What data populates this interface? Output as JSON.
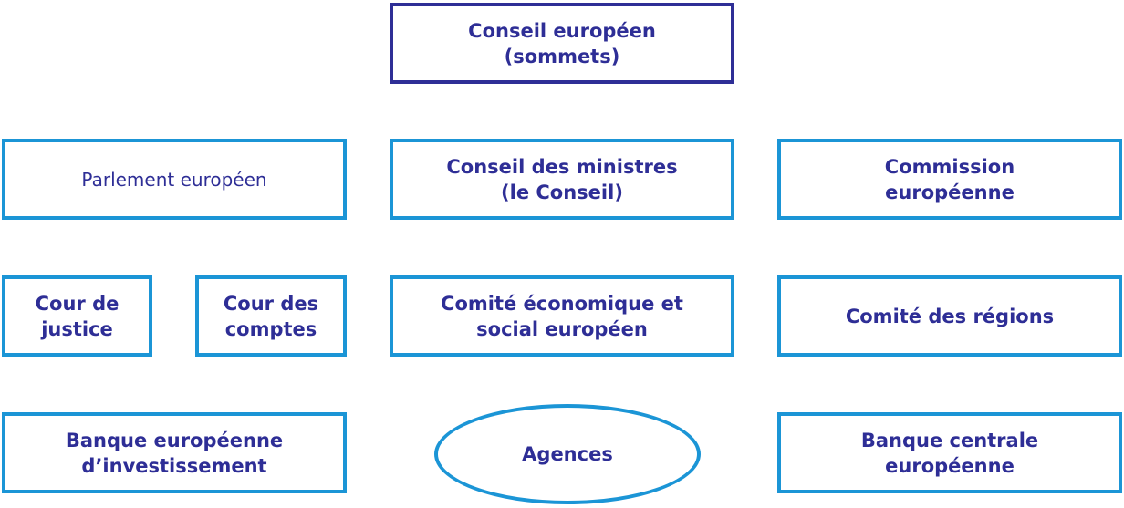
{
  "colors": {
    "text": "#2e2e96",
    "border_top": "#2e2e96",
    "border": "#1b95d6",
    "background": "#ffffff"
  },
  "nodes": {
    "conseil_europeen": "Conseil européen\n(sommets)",
    "parlement": "Parlement européen",
    "conseil_ministres": "Conseil des ministres\n(le Conseil)",
    "commission": "Commission\neuropéenne",
    "cour_justice": "Cour de\njustice",
    "cour_comptes": "Cour des\ncomptes",
    "comite_eco": "Comité économique et\nsocial européen",
    "comite_regions": "Comité des régions",
    "bei": "Banque européenne\nd’investissement",
    "agences": "Agences",
    "bce": "Banque centrale\neuropéenne"
  }
}
